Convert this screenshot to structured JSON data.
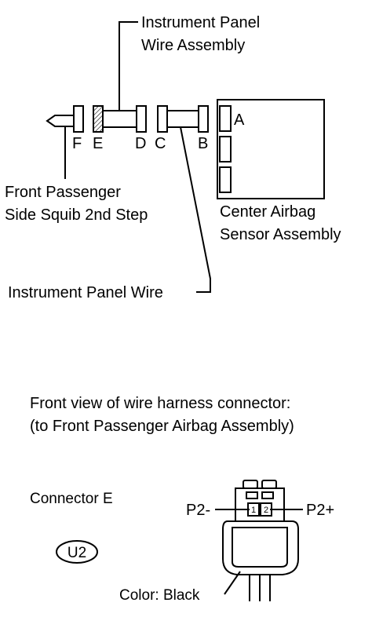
{
  "upper_diagram": {
    "label_instrument_panel_wire_assembly_line1": "Instrument Panel",
    "label_instrument_panel_wire_assembly_line2": "Wire Assembly",
    "label_front_passenger_line1": "Front Passenger",
    "label_front_passenger_line2": "Side Squib 2nd Step",
    "label_center_airbag_line1": "Center Airbag",
    "label_center_airbag_line2": "Sensor Assembly",
    "label_instrument_panel_wire": "Instrument Panel Wire",
    "connector_letters": {
      "a": "A",
      "b": "B",
      "c": "C",
      "d": "D",
      "e": "E",
      "f": "F"
    }
  },
  "lower_diagram": {
    "front_view_line1": "Front view of wire harness connector:",
    "front_view_line2": "(to Front Passenger Airbag Assembly)",
    "connector_title": "Connector E",
    "connector_code": "U2",
    "pin_left_label": "P2-",
    "pin_right_label": "P2+",
    "pin_1": "1",
    "pin_2": "2",
    "color_label": "Color: Black"
  }
}
